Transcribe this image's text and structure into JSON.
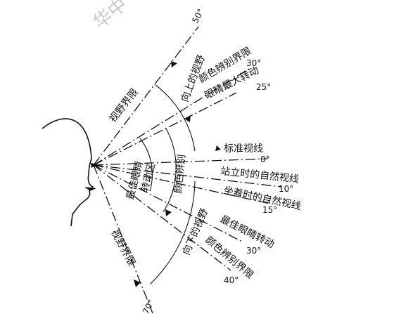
{
  "watermark": "华中",
  "labels": {
    "limit_up": "视野界限",
    "limit_down": "视野界限",
    "upper_field": "向上的视野",
    "lower_field": "向下的视野",
    "best_eye_zone": "最佳眼睛",
    "turn_zone": "转动区",
    "color_zone": "颜色辨别",
    "color_limit_up": "颜色辨别界限",
    "eye_max_turn": "眼睛最大转动",
    "standard_line": "标准视线",
    "standing_line": "站立时的自然视线",
    "sitting_line": "坐着时的自然视线",
    "best_eye_turn": "最佳眼睛转动",
    "color_limit_down": "颜色辨别界限"
  },
  "angles": {
    "up_limit": "50°",
    "color_up": "30°",
    "eye_max": "25°",
    "standard": "0°",
    "standing": "10°",
    "sitting": "15°",
    "best_turn": "30°",
    "color_down": "40°",
    "down_limit": "70°"
  },
  "colors": {
    "ink": "#111111",
    "watermark": "#c9c9c9"
  }
}
